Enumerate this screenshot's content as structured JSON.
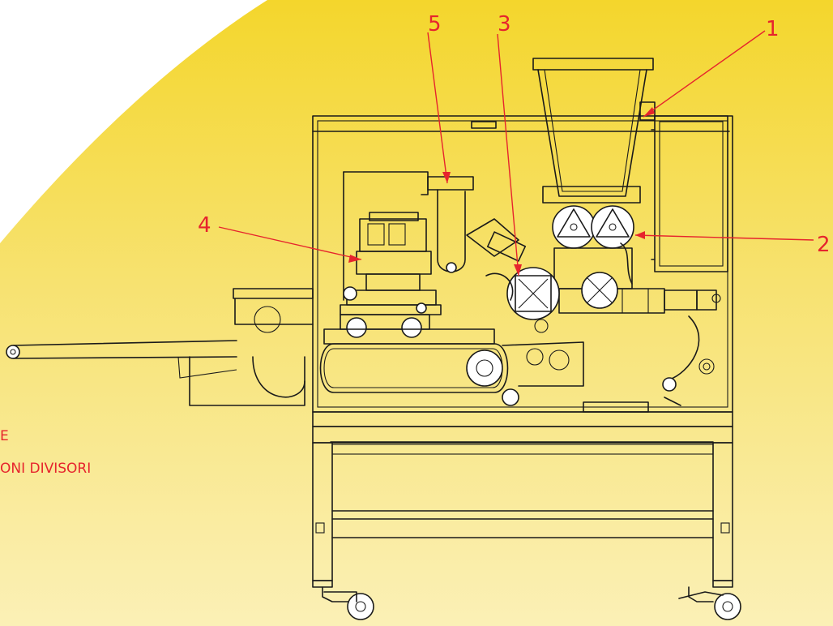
{
  "callouts": [
    {
      "id": "1",
      "label": "1"
    },
    {
      "id": "2",
      "label": "2"
    },
    {
      "id": "3",
      "label": "3"
    },
    {
      "id": "4",
      "label": "4"
    },
    {
      "id": "5",
      "label": "5"
    }
  ],
  "legend": {
    "line_1": "E",
    "line_2": "ONI DIVISORI"
  },
  "colors": {
    "background_top": "#ffffff",
    "gradient_yellow": "#f4d62c",
    "gradient_light": "#fbf0b6",
    "accent_red": "#e6242d",
    "drawing_line": "#1a1a1a"
  }
}
